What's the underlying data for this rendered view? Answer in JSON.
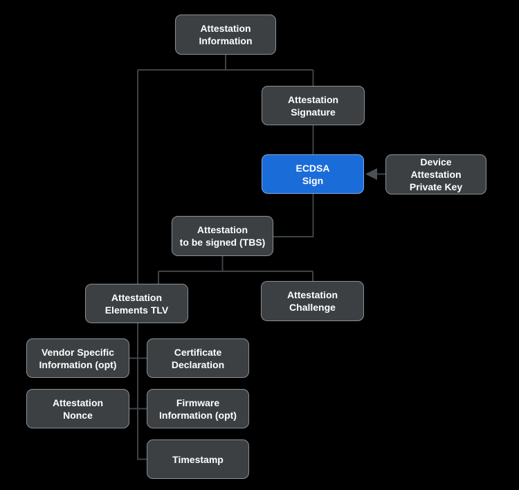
{
  "diagram": {
    "description": "Attestation Information signing flow diagram",
    "colors": {
      "background": "#000000",
      "node_fill": "#3c4043",
      "node_border": "#8b9196",
      "highlight_fill": "#1a6cd9",
      "highlight_border": "#89a9e3",
      "connector": "#3f4347",
      "arrowhead": "#4c5055",
      "text": "#ffffff"
    },
    "nodes": {
      "attestation_information": {
        "label": "Attestation\nInformation"
      },
      "attestation_signature": {
        "label": "Attestation\nSignature"
      },
      "ecdsa_sign": {
        "label": "ECDSA\nSign",
        "highlighted": true
      },
      "device_attestation_private_key": {
        "label": "Device\nAttestation\nPrivate Key"
      },
      "attestation_tbs": {
        "label": "Attestation\nto be signed (TBS)"
      },
      "attestation_elements_tlv": {
        "label": "Attestation\nElements TLV"
      },
      "attestation_challenge": {
        "label": "Attestation\nChallenge"
      },
      "vendor_specific_information": {
        "label": "Vendor Specific\nInformation (opt)"
      },
      "certificate_declaration": {
        "label": "Certificate\nDeclaration"
      },
      "attestation_nonce": {
        "label": "Attestation\nNonce"
      },
      "firmware_information": {
        "label": "Firmware\nInformation (opt)"
      },
      "timestamp": {
        "label": "Timestamp"
      }
    },
    "edges": [
      "attestation_information -> attestation_signature",
      "attestation_information -> attestation_elements_tlv",
      "attestation_signature -> ecdsa_sign",
      "device_attestation_private_key -> ecdsa_sign (arrow)",
      "ecdsa_sign -> attestation_tbs",
      "attestation_tbs -> attestation_elements_tlv",
      "attestation_tbs -> attestation_challenge",
      "attestation_elements_tlv -> vendor_specific_information",
      "attestation_elements_tlv -> certificate_declaration",
      "attestation_elements_tlv -> attestation_nonce",
      "attestation_elements_tlv -> firmware_information",
      "attestation_elements_tlv -> timestamp"
    ]
  }
}
